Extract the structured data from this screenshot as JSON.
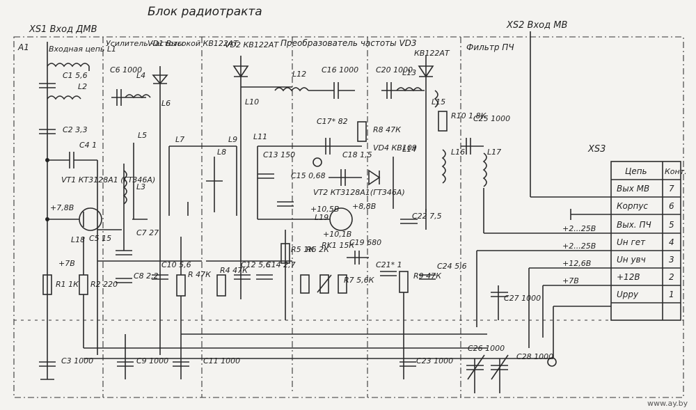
{
  "title": "Блок радиотракта",
  "watermark": "www.ay.by",
  "blocks": {
    "a1": "A1",
    "input_block": "Входная цепь L1",
    "amp_block": "Усилитель частоты",
    "vd1_block": "VD1 Высокой КВ122АТ",
    "vd2": "VD2 КВ122АТ",
    "converter_block": "Преобразователь частоты VD3",
    "vd3_type": "КВ122АТ",
    "if_filter_block": "Фильтр ПЧ"
  },
  "connectors": {
    "xs1": "XS1 Вход ДМВ",
    "xs2": "XS2 Вход МВ",
    "xs3": "XS3"
  },
  "xs3_table": {
    "header": [
      "Цепь",
      "Конт."
    ],
    "rows": [
      {
        "name": "Вых МВ",
        "pin": "7",
        "voltage": ""
      },
      {
        "name": "Корпус",
        "pin": "6",
        "voltage": ""
      },
      {
        "name": "Вых. ПЧ",
        "pin": "5",
        "voltage": ""
      },
      {
        "name": "Uн гет",
        "pin": "4",
        "voltage": "+2...25В"
      },
      {
        "name": "Uн увч",
        "pin": "3",
        "voltage": "+2...25В"
      },
      {
        "name": "+12В",
        "pin": "2",
        "voltage": "+12,6В"
      },
      {
        "name": "Uрру",
        "pin": "1",
        "voltage": "+7В"
      }
    ]
  },
  "components": {
    "c1": "C1 5,6",
    "l2": "L2",
    "c2": "C2 3,3",
    "c4": "C4 1",
    "vt1": "VT1 КТ3128А1 (ГТ346А)",
    "v78": "+7,8В",
    "l18": "L18",
    "c5": "C5 15",
    "v78b": "+7В",
    "r1": "R1 1К",
    "r2": "R2 220",
    "c3": "C3 1000",
    "c6": "C6 1000",
    "l4": "L4",
    "l6": "L6",
    "l5": "L5",
    "l3": "L3",
    "c7": "C7 27",
    "c8": "C8 2,2",
    "c10": "C10 5,6",
    "r_k47": "R 47К",
    "c9": "C9 1000",
    "c11": "C11 1000",
    "l7": "L7",
    "l9": "L9",
    "l8": "L8",
    "l10": "L10",
    "r4": "R4 47К",
    "c12": "C12 5,6",
    "c14": "C14 2,7",
    "l12": "L12",
    "c16": "C16 1000",
    "c17": "C17* 82",
    "l11": "L11",
    "c13": "C13 150",
    "c15": "C15 0,68",
    "c18": "C18 1,5",
    "r8": "R8 47К",
    "vd4": "VD4 КВ109",
    "l14": "L14",
    "vt2": "VT2 КТ3128А1(ГТ346А)",
    "v105": "+10,5В",
    "v88": "+8,8В",
    "l19": "L19",
    "v101": "+10,1В",
    "r5": "R5 1К",
    "r6": "R6 2К",
    "rk1": "RK1 15К",
    "r7": "R7 5,6К",
    "c19": "C19 680",
    "c20": "C20 1000",
    "l13": "L13",
    "l15": "L15",
    "r10": "R10 1,8К",
    "c22": "C22 7,5",
    "c21": "C21* 1",
    "r9": "R9 47К",
    "c24": "C24 5,6",
    "c23": "C23 1000",
    "c25": "C25 1000",
    "l16": "L16",
    "l17": "L17",
    "c27": "C27 1000",
    "c26": "C26 1000",
    "c28": "C28 1000"
  }
}
